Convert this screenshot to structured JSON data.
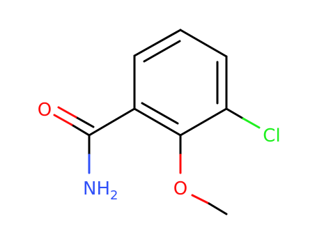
{
  "structure": {
    "atoms": [
      {
        "id": "oxygen_carbonyl",
        "text": "O",
        "color": "#ff0d0d"
      },
      {
        "id": "amide_nitrogen",
        "text": "NH",
        "subscript": "2",
        "color": "#3050f8"
      },
      {
        "id": "oxygen_methoxy",
        "text": "O",
        "color": "#ff0d0d"
      },
      {
        "id": "chlorine",
        "text": "Cl",
        "color": "#1ff01f"
      }
    ],
    "bond_color": "#000000"
  }
}
